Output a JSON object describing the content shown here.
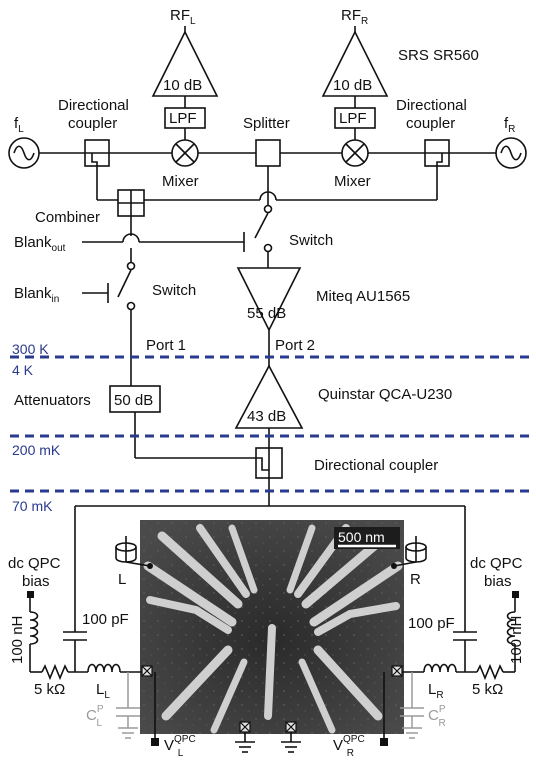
{
  "labels": {
    "rf_left": "RF",
    "rf_left_sub": "L",
    "rf_right": "RF",
    "rf_right_sub": "R",
    "srs": "SRS SR560",
    "amp_left": "10 dB",
    "amp_right": "10 dB",
    "lpf_left": "LPF",
    "lpf_right": "LPF",
    "dircoupler_left_1": "Directional",
    "dircoupler_left_2": "coupler",
    "dircoupler_right_1": "Directional",
    "dircoupler_right_2": "coupler",
    "splitter": "Splitter",
    "f_left": "f",
    "f_left_sub": "L",
    "f_right": "f",
    "f_right_sub": "R",
    "mixer_left": "Mixer",
    "mixer_right": "Mixer",
    "combiner": "Combiner",
    "blank_out": "Blank",
    "blank_out_sub": "out",
    "blank_in": "Blank",
    "blank_in_sub": "in",
    "switch_upper": "Switch",
    "switch_lower": "Switch",
    "miteq": "Miteq AU1565",
    "amp_miteq": "55 dB",
    "port1": "Port 1",
    "port2": "Port 2",
    "temp_300k": "300 K",
    "temp_4k": "4 K",
    "attenuators": "Attenuators",
    "att_value": "50 dB",
    "quinstar": "Quinstar QCA-U230",
    "amp_quinstar": "43 dB",
    "temp_200mk": "200 mK",
    "dircoupler_bottom": "Directional coupler",
    "temp_70mk": "70 mK",
    "scale_bar": "500 nm",
    "dc_qpc_left_1": "dc QPC",
    "dc_qpc_left_2": "bias",
    "dc_qpc_right_1": "dc QPC",
    "dc_qpc_right_2": "bias",
    "cap_left": "100 pF",
    "cap_right": "100 pF",
    "ind_left": "100 nH",
    "ind_right": "100 nH",
    "res_left": "5 kΩ",
    "res_right": "5 kΩ",
    "l_left": "L",
    "l_left_sub": "L",
    "l_right": "L",
    "l_right_sub": "R",
    "cp_left": "C",
    "cp_left_sup": "P",
    "cp_left_sub": "L",
    "cp_right": "C",
    "cp_right_sup": "P",
    "cp_right_sub": "R",
    "gate_left": "L",
    "gate_right": "R",
    "vqpc_left": "V",
    "vqpc_left_sup": "QPC",
    "vqpc_left_sub": "L",
    "vqpc_right": "V",
    "vqpc_right_sup": "QPC",
    "vqpc_right_sub": "R"
  }
}
